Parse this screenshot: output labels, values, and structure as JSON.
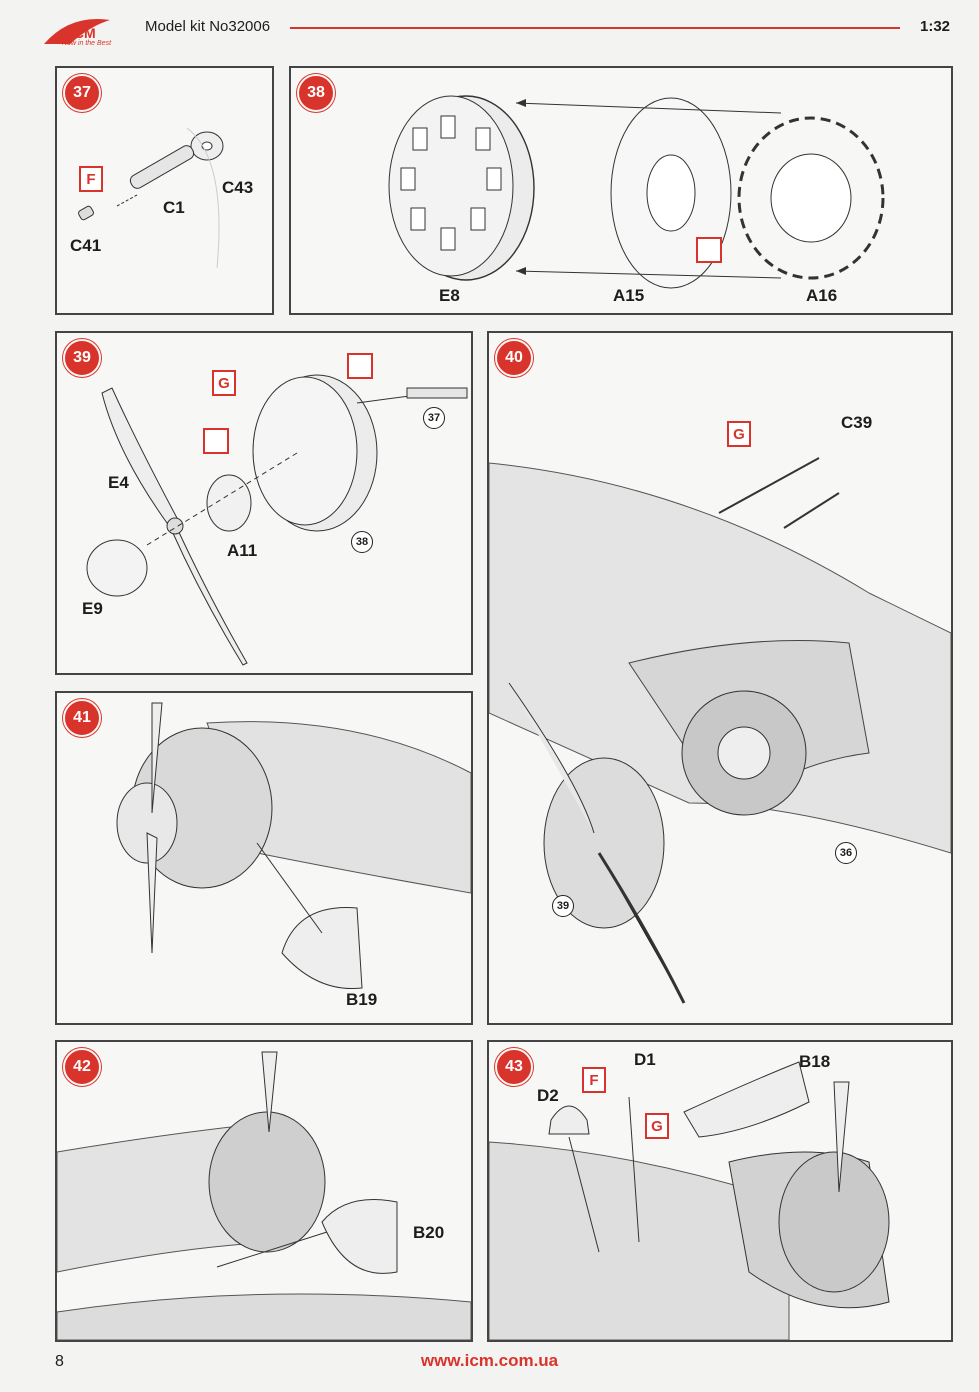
{
  "header": {
    "brand": "ICM",
    "brand_tagline": "Now in the Best",
    "kit_title": "Model kit No32006",
    "scale": "1:32"
  },
  "steps": {
    "s37": {
      "number": "37",
      "parts": [
        "C43",
        "C1",
        "C41"
      ],
      "paint_tag": "F"
    },
    "s38": {
      "number": "38",
      "parts": [
        "E8",
        "A15",
        "A16"
      ]
    },
    "s39": {
      "number": "39",
      "parts": [
        "E4",
        "A11",
        "E9"
      ],
      "paint_tag": "G",
      "refs": [
        "37",
        "38"
      ]
    },
    "s40": {
      "number": "40",
      "parts": [
        "C39"
      ],
      "paint_tag": "G",
      "refs": [
        "39",
        "36"
      ]
    },
    "s41": {
      "number": "41",
      "parts": [
        "B19"
      ]
    },
    "s42": {
      "number": "42",
      "parts": [
        "B20"
      ]
    },
    "s43": {
      "number": "43",
      "parts": [
        "D1",
        "B18",
        "D2"
      ],
      "paint_tags": [
        "F",
        "G"
      ]
    }
  },
  "footer": {
    "page_number": "8",
    "url": "www.icm.com.ua"
  },
  "colors": {
    "accent": "#d9342b",
    "border": "#444444",
    "paper": "#f3f3f2"
  },
  "icons": [
    "icm-logo-icon",
    "glue-warning-icon"
  ]
}
